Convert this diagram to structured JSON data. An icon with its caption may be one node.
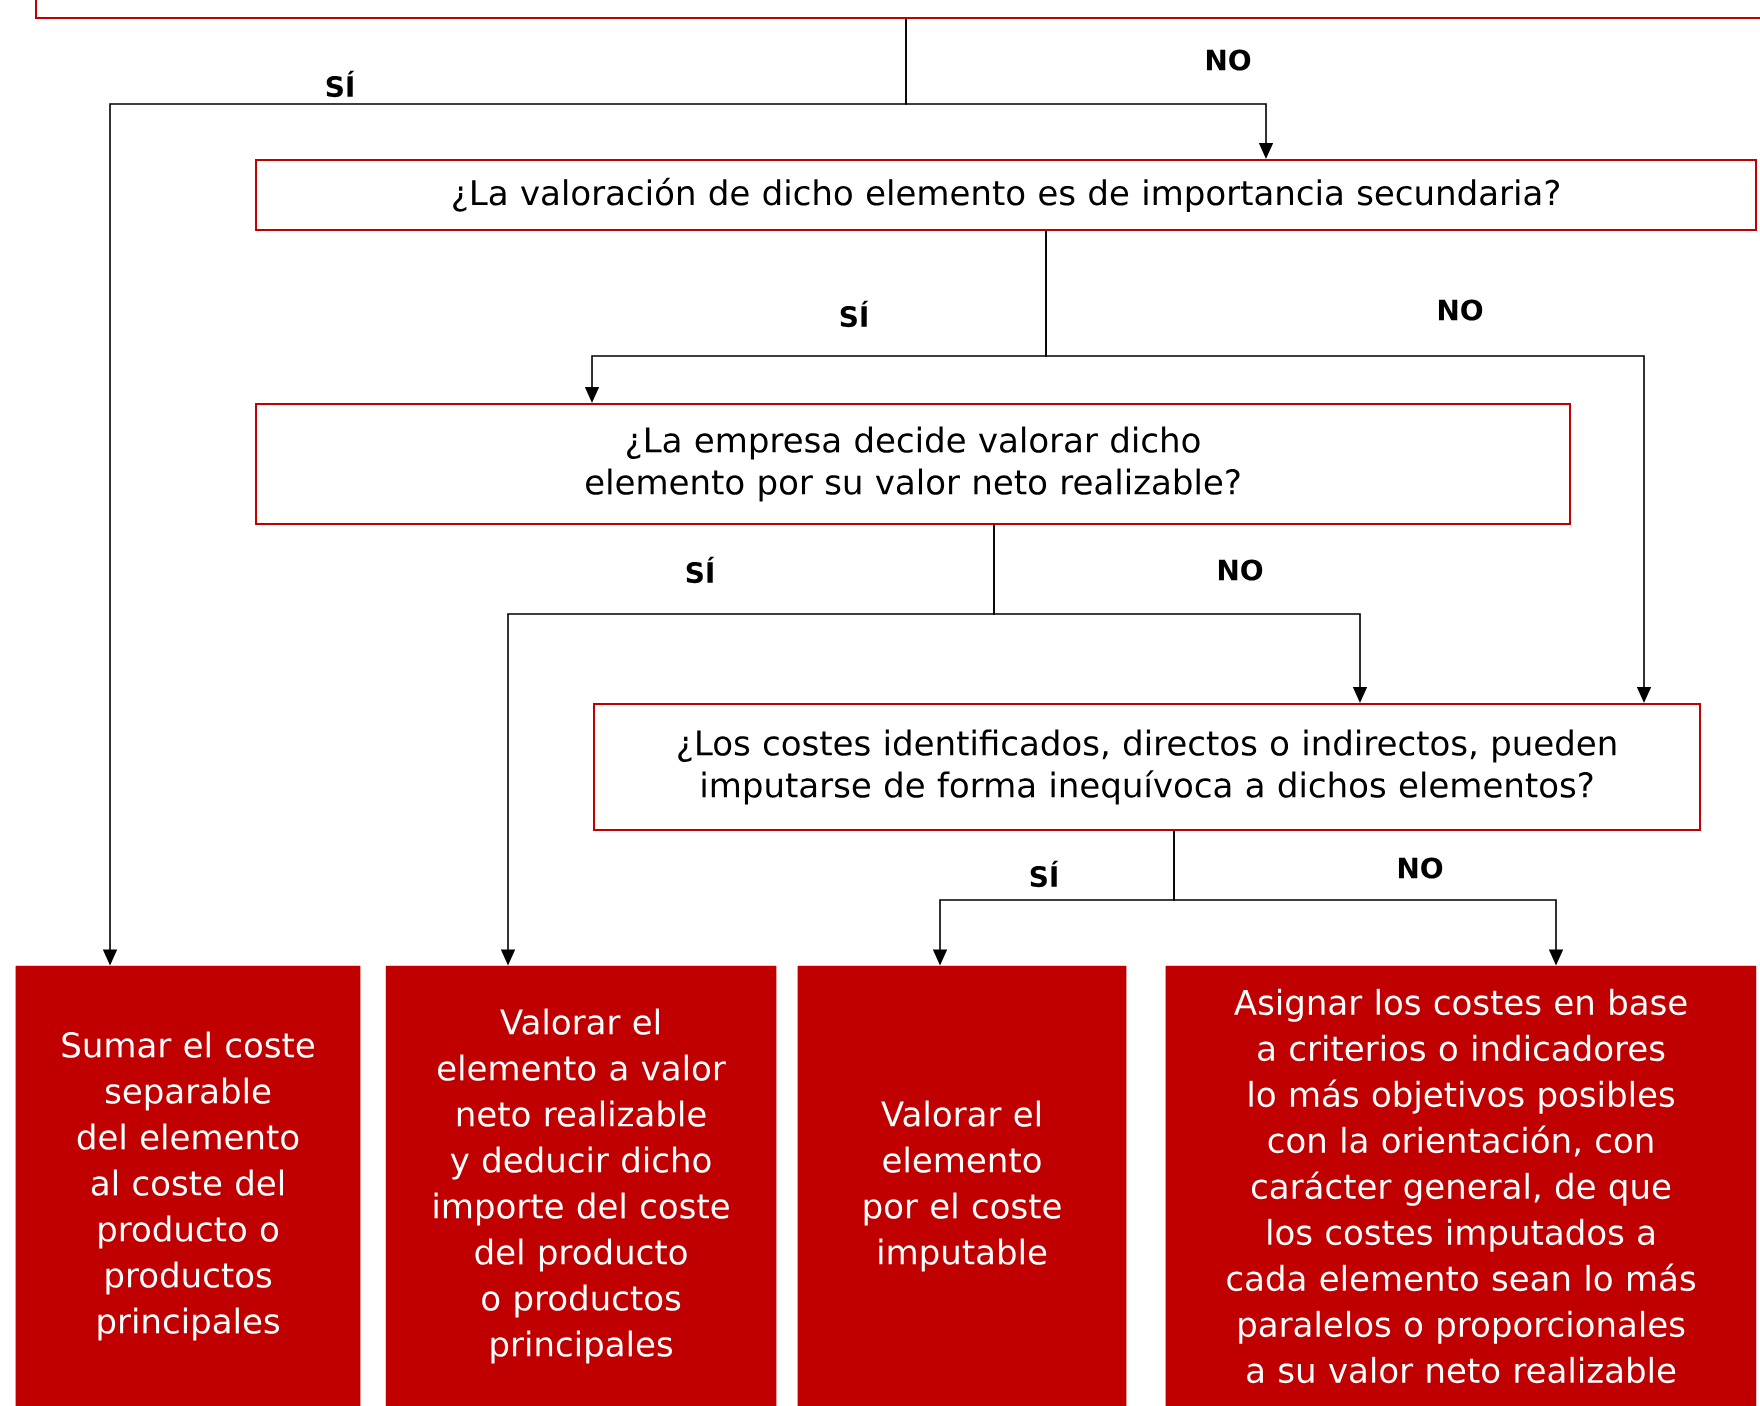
{
  "diagram": {
    "nodes": [
      {
        "text": [],
        "shape": "box"
      },
      {
        "text": [
          "¿La valoración de dicho elemento es de importancia secundaria?"
        ]
      },
      {
        "text": [
          "¿La empresa decide valorar dicho elemento por su valor neto realizable?"
        ]
      },
      {
        "text": [
          "¿Los costes identificados, directos o indirectos, pueden imputarse de forma inequívoca a dichos elementos?"
        ]
      },
      {
        "text": [
          "Sumar el coste separable del elemento al coste del producto o productos principales"
        ]
      },
      {
        "text": [
          "Valorar el elemento a valor neto realizable y deducir dicho importe del coste del producto o productos principales"
        ]
      },
      {
        "text": [
          "Valorar el elemento por el coste imputable"
        ]
      },
      {
        "text": [
          "Asignar los costes en base a criterios o indicadores lo más objetivos posibles con la orientación, con carácter general, de que los costes imputados a cada elemento sean lo más paralelos o proporcionales a su  valor neto realizable"
        ]
      }
    ],
    "edges": [
      {
        "from": 0,
        "to": 4,
        "arrow": "to",
        "label": "SÍ"
      },
      {
        "from": 0,
        "to": 1,
        "arrow": "to",
        "label": "NO"
      },
      {
        "from": 1,
        "to": 2,
        "arrow": "to",
        "label": "SÍ"
      },
      {
        "from": 1,
        "to": 3,
        "arrow": "to",
        "label": "NO"
      },
      {
        "from": 2,
        "to": 5,
        "arrow": "to",
        "label": "SÍ"
      },
      {
        "from": 2,
        "to": 3,
        "arrow": "to",
        "label": "NO"
      },
      {
        "from": 3,
        "to": 6,
        "arrow": "to",
        "label": "SÍ"
      },
      {
        "from": 3,
        "to": 7,
        "arrow": "to",
        "label": "NO"
      }
    ]
  }
}
